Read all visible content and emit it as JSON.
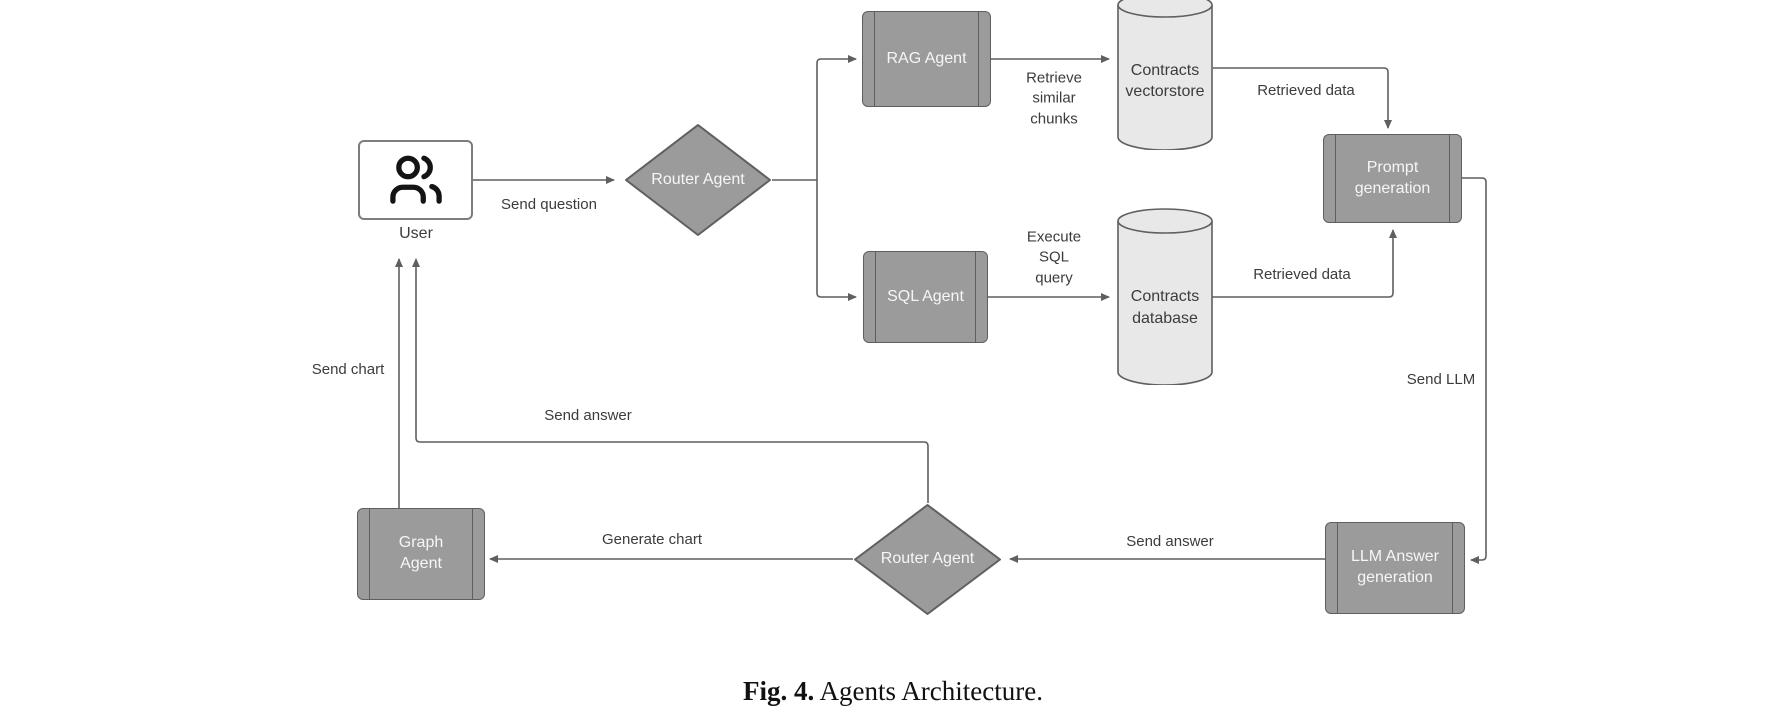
{
  "nodes": {
    "user": "User",
    "router_top": "Router Agent",
    "rag_agent": "RAG Agent",
    "sql_agent": "SQL Agent",
    "contracts_vectorstore": "Contracts vectorstore",
    "contracts_database": "Contracts database",
    "prompt_generation": "Prompt generation",
    "llm_answer_generation": "LLM Answer generation",
    "router_bottom": "Router Agent",
    "graph_agent": "Graph Agent"
  },
  "edge_labels": {
    "send_question": "Send question",
    "retrieve_similar_chunks": "Retrieve similar chunks",
    "retrieved_data_top": "Retrieved data",
    "execute_sql_query": "Execute SQL query",
    "retrieved_data_bottom": "Retrieved data",
    "send_llm": "Send LLM",
    "send_answer_to_router": "Send answer",
    "generate_chart": "Generate chart",
    "send_answer_to_user": "Send answer",
    "send_chart": "Send chart"
  },
  "caption": {
    "label": "Fig. 4.",
    "text": "Agents Architecture."
  },
  "colors": {
    "node_fill": "#9b9b9b",
    "node_border": "#5f5f5f",
    "node_text": "#f6f6f6",
    "cylinder_fill": "#e8e8e8",
    "edge": "#5f5f5f",
    "label_text": "#3c3c3c",
    "background": "#ffffff"
  }
}
